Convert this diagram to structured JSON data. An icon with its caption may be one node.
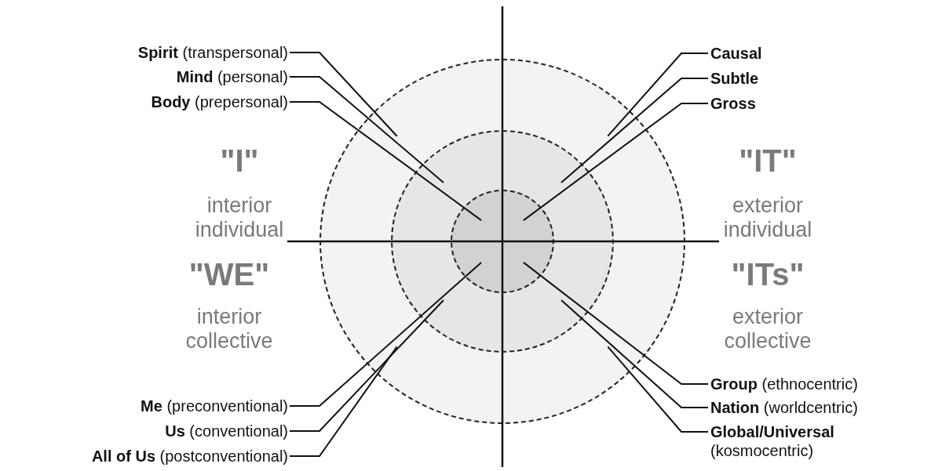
{
  "diagram": {
    "nodes": [
      {
        "text": [],
        "shape": "circle"
      },
      {
        "text": [],
        "shape": "circle",
        "in": 0
      },
      {
        "text": [],
        "shape": "circle",
        "in": 1
      },
      {
        "text": [
          "**Spirit** (transpersonal)"
        ]
      },
      {
        "text": [
          "**Mind** (personal)"
        ]
      },
      {
        "text": [
          "**Body** (prepersonal)"
        ]
      },
      {
        "text": [
          "**Causal**"
        ]
      },
      {
        "text": [
          "**Subtle**"
        ]
      },
      {
        "text": [
          "**Gross**"
        ]
      },
      {
        "text": [
          "**Me** (preconventional)"
        ]
      },
      {
        "text": [
          "**Us** (conventional)"
        ]
      },
      {
        "text": [
          "**All of Us** (postconventional)"
        ]
      },
      {
        "text": [
          "**Group** (ethnocentric)"
        ]
      },
      {
        "text": [
          "**Nation** (worldcentric)"
        ]
      },
      {
        "text": [
          "**Global/Universal** (kosmocentric)"
        ]
      }
    ],
    "edges": [
      {
        "from": 3,
        "to": 0,
        "arrow": "none"
      },
      {
        "from": 4,
        "to": 1,
        "arrow": "none"
      },
      {
        "from": 5,
        "to": 2,
        "arrow": "none"
      },
      {
        "from": 6,
        "to": 0,
        "arrow": "none"
      },
      {
        "from": 7,
        "to": 1,
        "arrow": "none"
      },
      {
        "from": 8,
        "to": 2,
        "arrow": "none"
      },
      {
        "from": 9,
        "to": 2,
        "arrow": "none"
      },
      {
        "from": 10,
        "to": 1,
        "arrow": "none"
      },
      {
        "from": 11,
        "to": 0,
        "arrow": "none"
      },
      {
        "from": 12,
        "to": 2,
        "arrow": "none"
      },
      {
        "from": 13,
        "to": 1,
        "arrow": "none"
      },
      {
        "from": 14,
        "to": 0,
        "arrow": "none"
      }
    ],
    "labels": [
      "\"I\"",
      "interior individual",
      "\"IT\"",
      "exterior individual",
      "\"WE\"",
      "interior collective",
      "\"ITs\"",
      "exterior collective"
    ]
  }
}
